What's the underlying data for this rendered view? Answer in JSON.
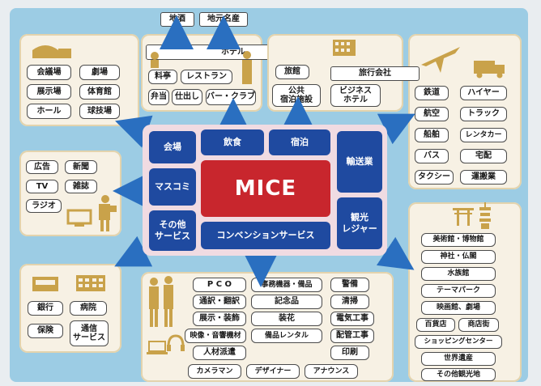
{
  "top_hotel": {
    "spec": [
      "地酒",
      "地元名産"
    ],
    "hotel": "ホテル",
    "items": [
      "料亭",
      "レストラン",
      "弁当",
      "仕出し",
      "バー・クラブ"
    ]
  },
  "top_lodging": {
    "items": [
      "旅館",
      "公共\n宿泊施設",
      "ビジネス\nホテル"
    ]
  },
  "top_left": {
    "items": [
      "会議場",
      "劇場",
      "展示場",
      "体育館",
      "ホール",
      "球技場"
    ]
  },
  "mid_left": {
    "items": [
      "広告",
      "新聞",
      "TV",
      "雑誌",
      "ラジオ"
    ]
  },
  "bottom_left": {
    "items": [
      "銀行",
      "病院",
      "保険",
      "通信\nサービス"
    ]
  },
  "transport": {
    "agency": "旅行会社",
    "items": [
      "鉄道",
      "ハイヤー",
      "航空",
      "トラック",
      "船舶",
      "レンタカー",
      "バス",
      "宅配",
      "タクシー",
      "運搬業"
    ]
  },
  "tourism": {
    "items": [
      "美術館・博物館",
      "神社・仏閣",
      "水族館",
      "テーマパーク",
      "映画館、劇場",
      "百貨店",
      "商店街",
      "ショッピングセンター",
      "世界遺産",
      "その他観光地"
    ]
  },
  "convention": {
    "items": [
      "P C O",
      "事務機器・備品",
      "警備",
      "通訳・翻訳",
      "記念品",
      "清掃",
      "展示・装飾",
      "装花",
      "電気工事",
      "映像・音響機材",
      "備品レンタル",
      "配管工事",
      "人材派遣",
      "印刷",
      "カメラマン",
      "デザイナー",
      "アナウンス"
    ]
  },
  "core": {
    "mice": "MICE",
    "venue": "会場",
    "food": "飲食",
    "stay": "宿泊",
    "transport": "輸送業",
    "media": "マスコミ",
    "other": "その他\nサービス",
    "tourism": "観光\nレジャー",
    "convention": "コンベンションサービス"
  },
  "colors": {
    "background": "#9ccce4",
    "panel": "#f7f1e4",
    "core_blue": "#1f4aa0",
    "mice_red": "#c8262d",
    "arrow_blue": "#2a6fc0",
    "icon_gold": "#c9a24a"
  },
  "icons": [
    "building-icon",
    "hotel-icon",
    "chef-icon",
    "waiter-icon",
    "office-building-icon",
    "airplane-icon",
    "truck-icon",
    "tv-icon",
    "cameraman-icon",
    "bank-icon",
    "hospital-icon",
    "torii-icon",
    "pagoda-icon",
    "business-people-icon",
    "laptop-icon",
    "headset-icon"
  ]
}
